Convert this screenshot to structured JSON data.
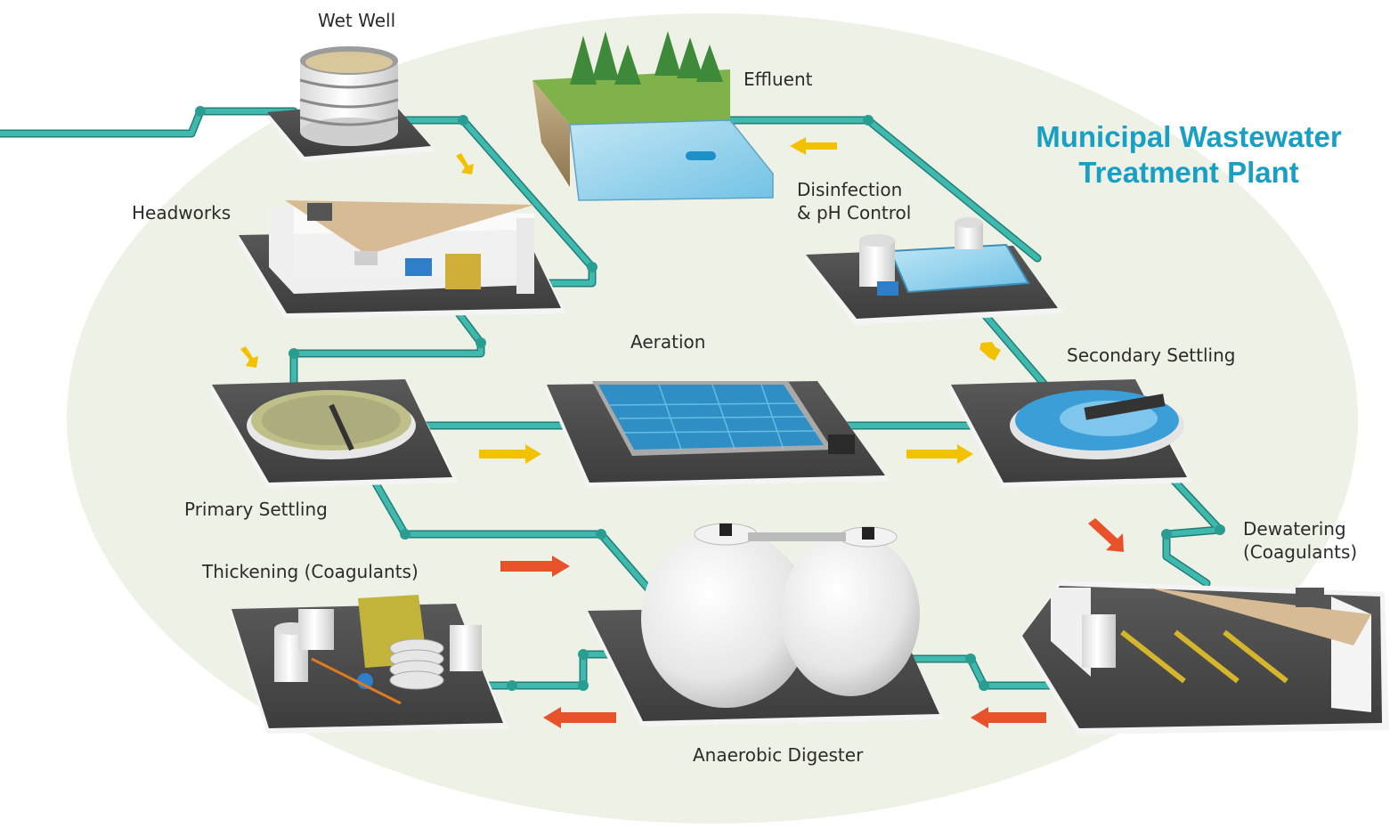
{
  "title": {
    "line1": "Municipal Wastewater",
    "line2": "Treatment Plant",
    "color": "#1a9fc4"
  },
  "stages": {
    "wet_well": "Wet Well",
    "effluent": "Effluent",
    "headworks": "Headworks",
    "disinfection_line1": "Disinfection",
    "disinfection_line2": "& pH Control",
    "aeration": "Aeration",
    "secondary_settling": "Secondary Settling",
    "primary_settling": "Primary Settling",
    "dewatering_line1": "Dewatering",
    "dewatering_line2": "(Coagulants)",
    "thickening": "Thickening (Coagulants)",
    "anaerobic_digester": "Anaerobic Digester"
  },
  "colors": {
    "background_ellipse": "#eef2e6",
    "platform": "#4a4a4a",
    "platform_edge": "#f4f4f4",
    "pipe": "#3fb8ad",
    "pipe_dark": "#1f7f78",
    "water": "#5bb3e0",
    "flow_arrow_main": "#f2c200",
    "flow_arrow_sludge": "#e8522b",
    "tank_white": "#f2f2f2"
  }
}
